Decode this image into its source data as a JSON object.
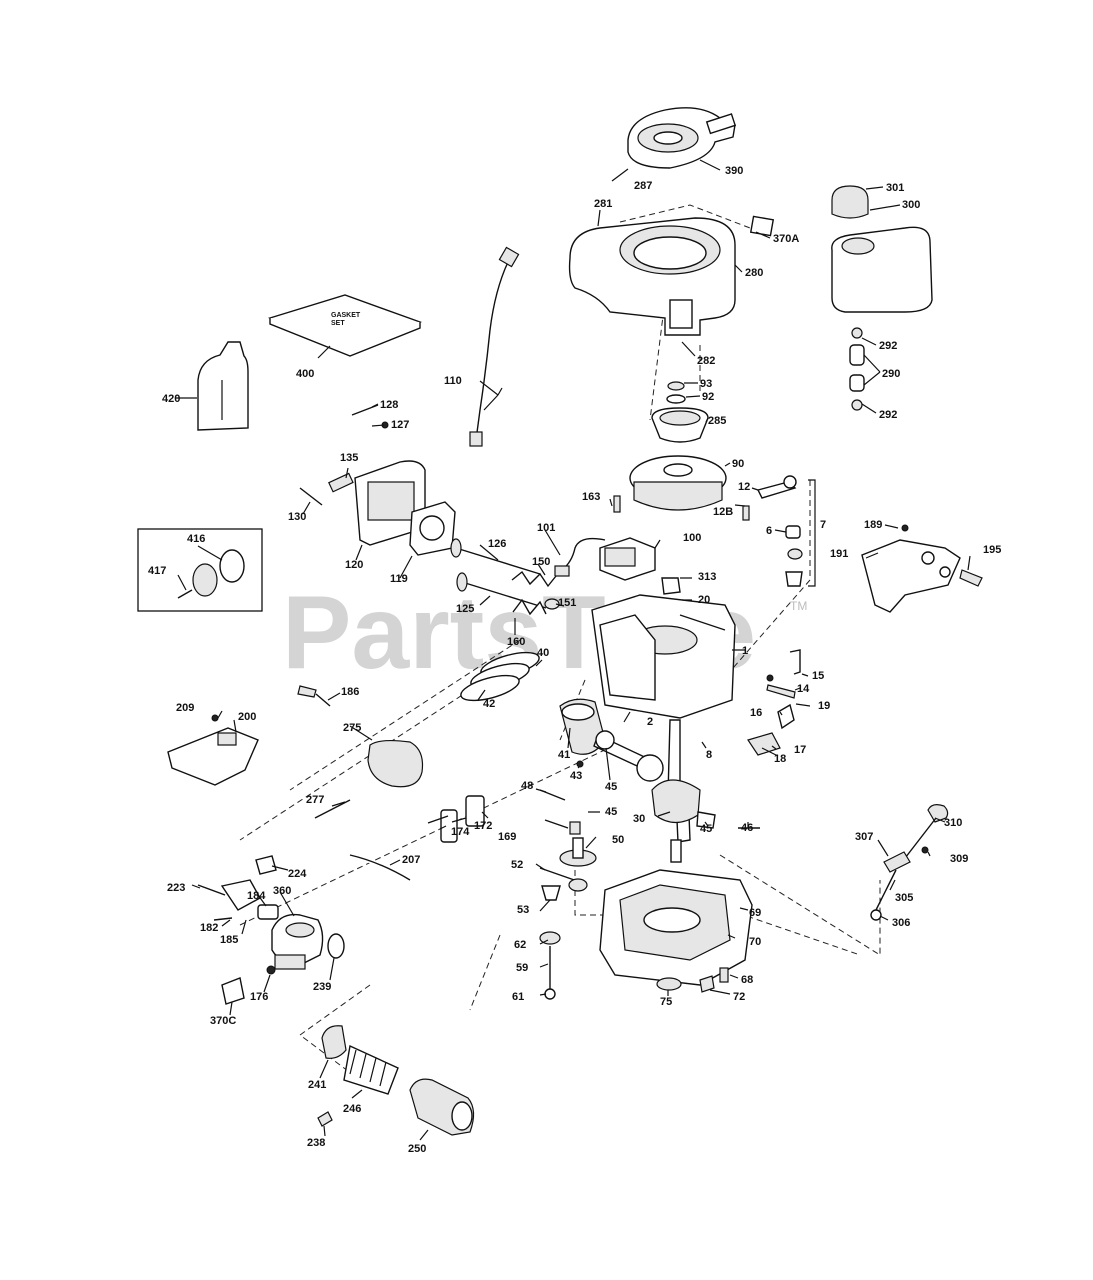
{
  "watermark": {
    "text": "PartsTree",
    "tm": "TM"
  },
  "part_text": {
    "gasket_set": "GASKET\nSET"
  },
  "callouts": {
    "c390": "390",
    "c287": "287",
    "c301": "301",
    "c300": "300",
    "c281": "281",
    "c370a": "370A",
    "c280": "280",
    "c282": "282",
    "c292a": "292",
    "c290": "290",
    "c292b": "292",
    "c93": "93",
    "c92": "92",
    "c285": "285",
    "c90": "90",
    "c400": "400",
    "c420": "420",
    "c110": "110",
    "c128": "128",
    "c127": "127",
    "c135": "135",
    "c130": "130",
    "c120": "120",
    "c119": "119",
    "c416": "416",
    "c417": "417",
    "c163": "163",
    "c12": "12",
    "c12b": "12B",
    "c6": "6",
    "c7": "7",
    "c189": "189",
    "c191": "191",
    "c195": "195",
    "c101": "101",
    "c100": "100",
    "c126": "126",
    "c150": "150",
    "c313": "313",
    "c20": "20",
    "c151": "151",
    "c125": "125",
    "c160": "160",
    "c40": "40",
    "c1": "1",
    "c15": "15",
    "c14": "14",
    "c42": "42",
    "c186": "186",
    "c19": "19",
    "c16": "16",
    "c209": "209",
    "c200": "200",
    "c275": "275",
    "c2": "2",
    "c41": "41",
    "c8": "8",
    "c17": "17",
    "c18": "18",
    "c43": "43",
    "c45a": "45",
    "c48": "48",
    "c45b": "45",
    "c310": "310",
    "c277": "277",
    "c169": "169",
    "c172": "172",
    "c174": "174",
    "c30": "30",
    "c45c": "45",
    "c46": "46",
    "c307": "307",
    "c309": "309",
    "c50": "50",
    "c207": "207",
    "c224": "224",
    "c52": "52",
    "c223": "223",
    "c184": "184",
    "c360": "360",
    "c305": "305",
    "c182": "182",
    "c185": "185",
    "c53": "53",
    "c306": "306",
    "c69": "69",
    "c62": "62",
    "c70": "70",
    "c59": "59",
    "c239": "239",
    "c176": "176",
    "c68": "68",
    "c61": "61",
    "c75": "75",
    "c72": "72",
    "c370c": "370C",
    "c241": "241",
    "c246": "246",
    "c238": "238",
    "c250": "250"
  }
}
